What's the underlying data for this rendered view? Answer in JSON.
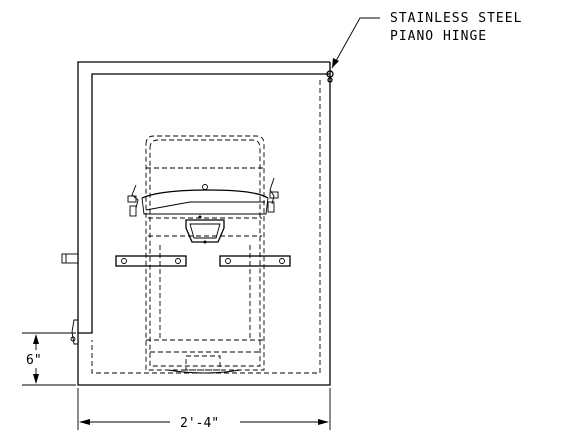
{
  "callout": {
    "line1": "STAINLESS STEEL",
    "line2": "PIANO HINGE"
  },
  "dimensions": {
    "height_label": "6\"",
    "width_label": "2'-4\""
  }
}
